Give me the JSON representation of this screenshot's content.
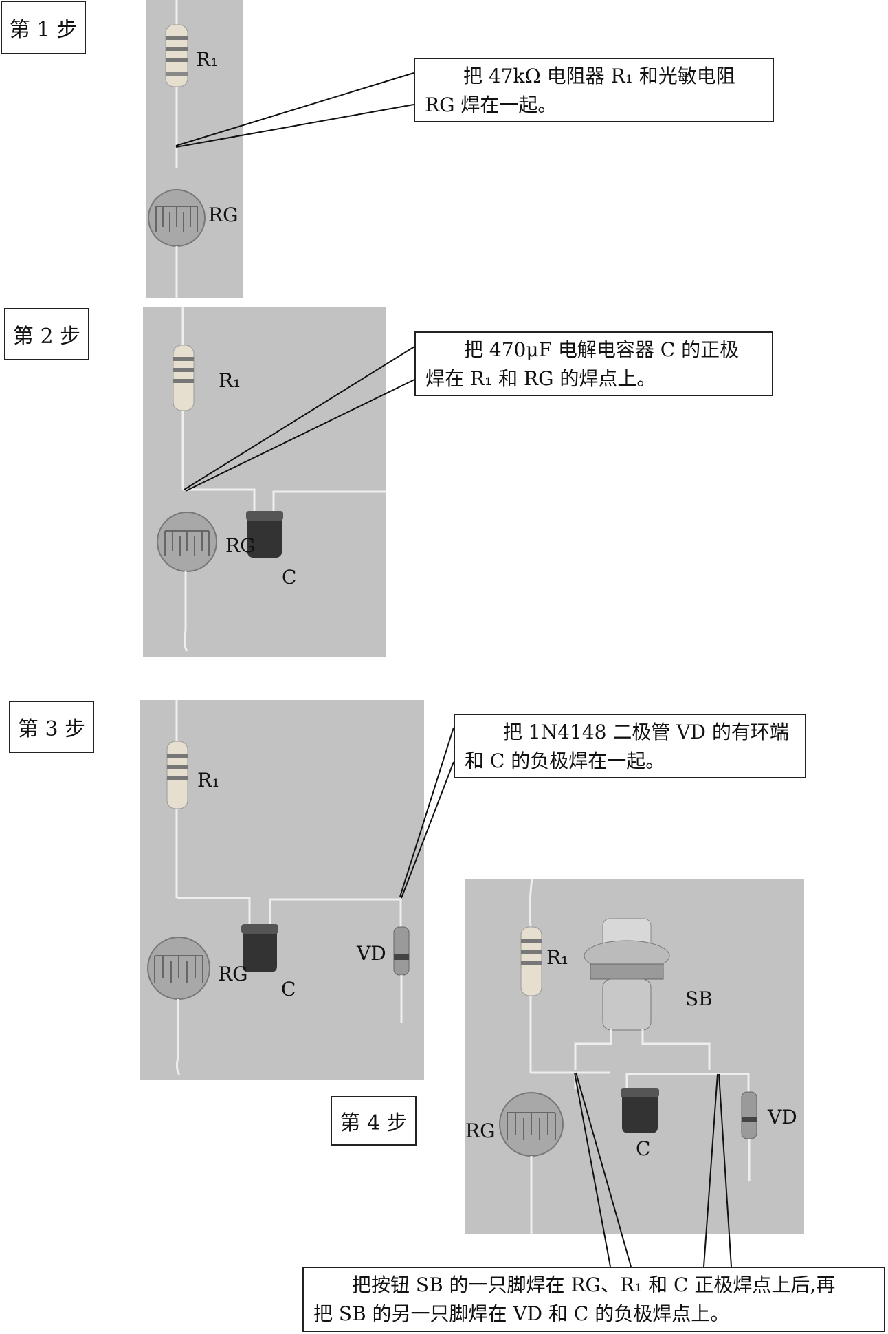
{
  "steps": {
    "step1": {
      "title": "第 1 步",
      "note_line1": "把 47kΩ 电阻器 R₁ 和光敏电阻",
      "note_line2": "RG 焊在一起。",
      "labels": {
        "r1": "R₁",
        "rg": "RG"
      }
    },
    "step2": {
      "title": "第 2 步",
      "note_line1": "把 470μF 电解电容器 C 的正极",
      "note_line2": "焊在 R₁ 和 RG 的焊点上。",
      "labels": {
        "r1": "R₁",
        "rg": "RG",
        "c": "C"
      }
    },
    "step3": {
      "title": "第 3 步",
      "note_line1": "把 1N4148 二极管 VD 的有环端",
      "note_line2": "和 C 的负极焊在一起。",
      "labels": {
        "r1": "R₁",
        "rg": "RG",
        "c": "C",
        "vd": "VD"
      }
    },
    "step4": {
      "title": "第 4 步",
      "note_line1": "把按钮 SB 的一只脚焊在 RG、R₁ 和 C 正极焊点上后,再",
      "note_line2": "把 SB 的另一只脚焊在 VD 和 C 的负极焊点上。",
      "labels": {
        "r1": "R₁",
        "rg": "RG",
        "c": "C",
        "vd": "VD",
        "sb": "SB"
      }
    }
  },
  "colors": {
    "photo_bg": "#c2c2c2",
    "wire": "#e8e8e8",
    "line": "#111111"
  }
}
